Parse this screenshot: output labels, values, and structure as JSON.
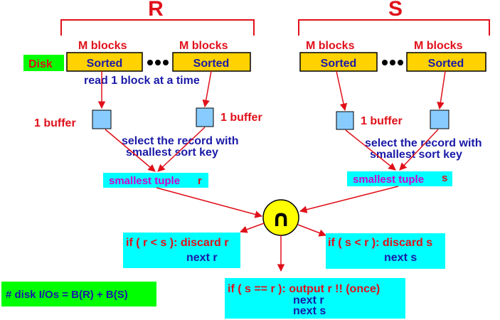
{
  "relations": {
    "r": "R",
    "s": "S"
  },
  "disk_label": "Disk",
  "block_group_label": "M blocks",
  "sorted_label": "Sorted",
  "read_note": "read 1 block at a time",
  "buffer_label": "1 buffer",
  "select_note_line1": "select the record with",
  "select_note_line2": "smallest sort key",
  "smallest_r": {
    "text": "smallest tuple",
    "var": "r"
  },
  "smallest_s": {
    "text": "smallest tuple",
    "var": "s"
  },
  "intersect_symbol": "∩",
  "branch_left": {
    "line1": "if ( r < s ): discard r",
    "line2": "next r"
  },
  "branch_right": {
    "line1": "if ( s < r ): discard s",
    "line2": "next s"
  },
  "branch_equal": {
    "line1": "if ( s == r ): output r !! (once)",
    "line2": "next r",
    "line3": "next s"
  },
  "io_formula": "# disk I/Os = B(R) + B(S)",
  "colors": {
    "red": "#e0101a",
    "blue": "#1a1aa8",
    "yellow_block": "#ffd200",
    "buffer": "#88ccff",
    "cyan_box": "#00ffff",
    "green": "#00ff00",
    "magenta": "#d000d0",
    "circle": "#ffff00"
  }
}
